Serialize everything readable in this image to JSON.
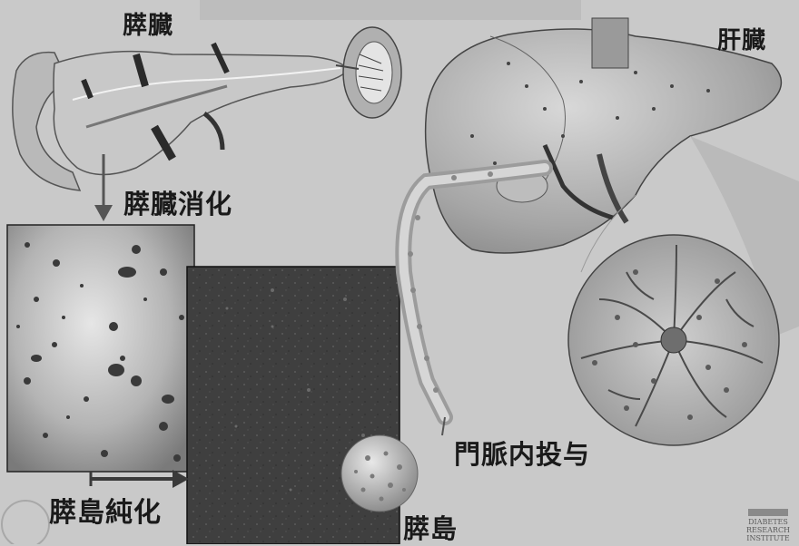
{
  "labels": {
    "pancreas": "膵臓",
    "liver": "肝臓",
    "digestion": "膵臓消化",
    "purification": "膵島純化",
    "portal_infusion": "門脈内投与",
    "islet": "膵島"
  },
  "colors": {
    "background": "#c9c9c9",
    "text": "#1a1a1a",
    "micrograph_light": "#b8b8b8",
    "micrograph_dark": "#3c3c3c",
    "arrow": "#555555"
  },
  "logo": {
    "line1": "DIABETES",
    "line2": "RESEARCH",
    "line3": "INSTITUTE"
  }
}
